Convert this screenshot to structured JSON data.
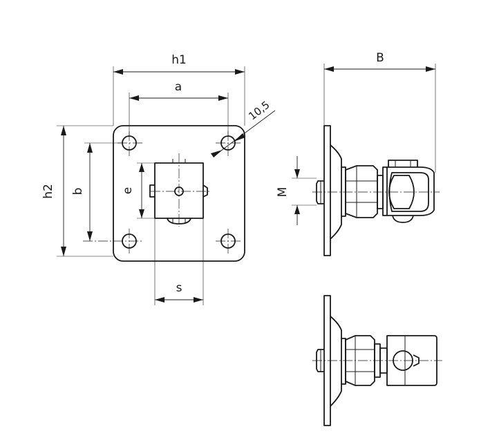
{
  "dimensions": {
    "h1": "h1",
    "a": "a",
    "h2": "h2",
    "b": "b",
    "e": "e",
    "s": "s",
    "hole": "10,5",
    "B": "B",
    "M": "M"
  }
}
